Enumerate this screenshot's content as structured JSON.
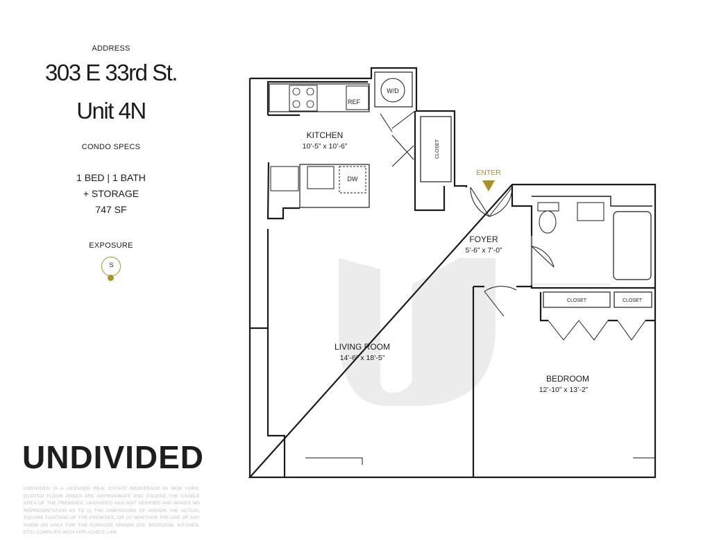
{
  "address": {
    "label": "ADDRESS",
    "line1": "303 E 33rd St.",
    "line2": "Unit 4N"
  },
  "specs": {
    "label": "CONDO SPECS",
    "line1": "1 BED | 1 BATH",
    "line2": "+ STORAGE",
    "line3": "747 SF"
  },
  "exposure": {
    "label": "EXPOSURE",
    "direction": "S"
  },
  "brand": "UNDIVIDED",
  "disclaimer": "UNDIVIDED IS A LICENSED REAL ESTATE BROKERAGE IN NEW YORK. QUOTED FLOOR AREAS ARE APPROXIMATE AND EXCEED THE USABLE AREA OF THE PREMISES. UNDIVIDED HAS NOT VERIFIED AND MAKES NO REPRESENTATION AS TO (I) THE DIMENSIONS OF AND/OR THE ACTUAL SQUARE FOOTAGE OF THE PREMISES, OR (II) WHETHER THE USE OF ANY ROOM OR AREA FOR THE PURPOSE SHOWN (EG. BEDROOM, KITCHEN, ETC) COMPLIES WITH APPLICABLE LAW.",
  "plan": {
    "kitchen": {
      "name": "KITCHEN",
      "dims": "10’-5” x 10’-6”"
    },
    "foyer": {
      "name": "FOYER",
      "dims": "5’-6” x 7’-0”"
    },
    "living": {
      "name": "LIVING ROOM",
      "dims": "14’-6” x 18’-5”"
    },
    "bedroom": {
      "name": "BEDROOM",
      "dims": "12’-10” x 13’-2”"
    },
    "enter": "ENTER",
    "labels": {
      "ref": "REF",
      "wd": "W/D",
      "dw": "DW",
      "closet": "CLOSET"
    }
  },
  "colors": {
    "accent": "#a8922a",
    "walls": "#1a1a1a",
    "watermark": "#ececec"
  }
}
